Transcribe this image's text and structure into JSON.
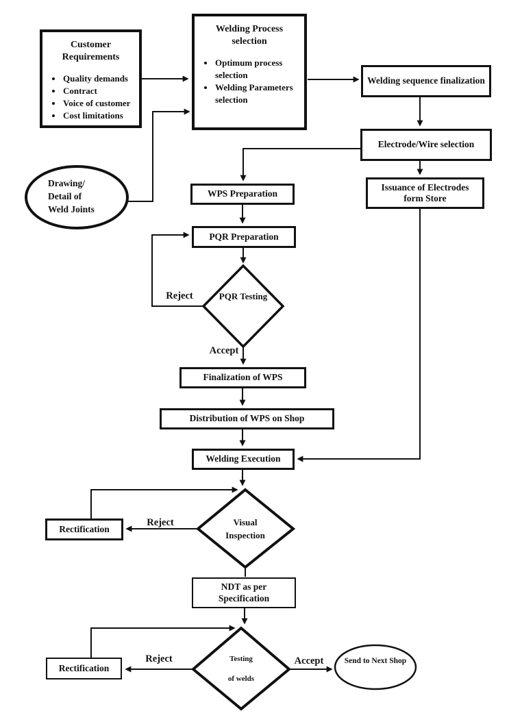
{
  "diagram": {
    "nodes": {
      "customer_requirements": {
        "title": "Customer Requirements",
        "bullets": [
          "Quality demands",
          "Contract",
          "Voice of customer",
          "Cost limitations"
        ]
      },
      "welding_process_selection": {
        "title": "Welding Process selection",
        "bullets": [
          "Optimum process selection",
          "Welding Parameters selection"
        ]
      },
      "welding_sequence_finalization": {
        "label": "Welding sequence finalization"
      },
      "electrode_wire_selection": {
        "label": "Electrode/Wire selection"
      },
      "issuance_of_electrodes": {
        "label": "Issuance of Electrodes form Store"
      },
      "drawing_detail_weld_joints": {
        "lines": [
          "Drawing/",
          "Detail of",
          "Weld Joints"
        ]
      },
      "wps_preparation": {
        "label": "WPS Preparation"
      },
      "pqr_preparation": {
        "label": "PQR Preparation"
      },
      "pqr_testing": {
        "label": "PQR Testing"
      },
      "finalization_of_wps": {
        "label": "Finalization of WPS"
      },
      "distribution_of_wps": {
        "label": "Distribution of WPS on Shop"
      },
      "welding_execution": {
        "label": "Welding Execution"
      },
      "visual_inspection": {
        "label": "Visual Inspection"
      },
      "rectification_visual": {
        "label": "Rectification"
      },
      "ndt_specification": {
        "label": "NDT as per Specification"
      },
      "testing_of_welds": {
        "lines": [
          "Testing",
          "of welds"
        ]
      },
      "rectification_ndt": {
        "label": "Rectification"
      },
      "send_to_next_shop": {
        "label": "Send to Next Shop"
      }
    },
    "edge_labels": {
      "pqr_reject": "Reject",
      "pqr_accept": "Accept",
      "visual_reject": "Reject",
      "ndt_reject": "Reject",
      "ndt_accept": "Accept"
    },
    "colors": {
      "ink": "#111111",
      "background": "#ffffff"
    }
  }
}
